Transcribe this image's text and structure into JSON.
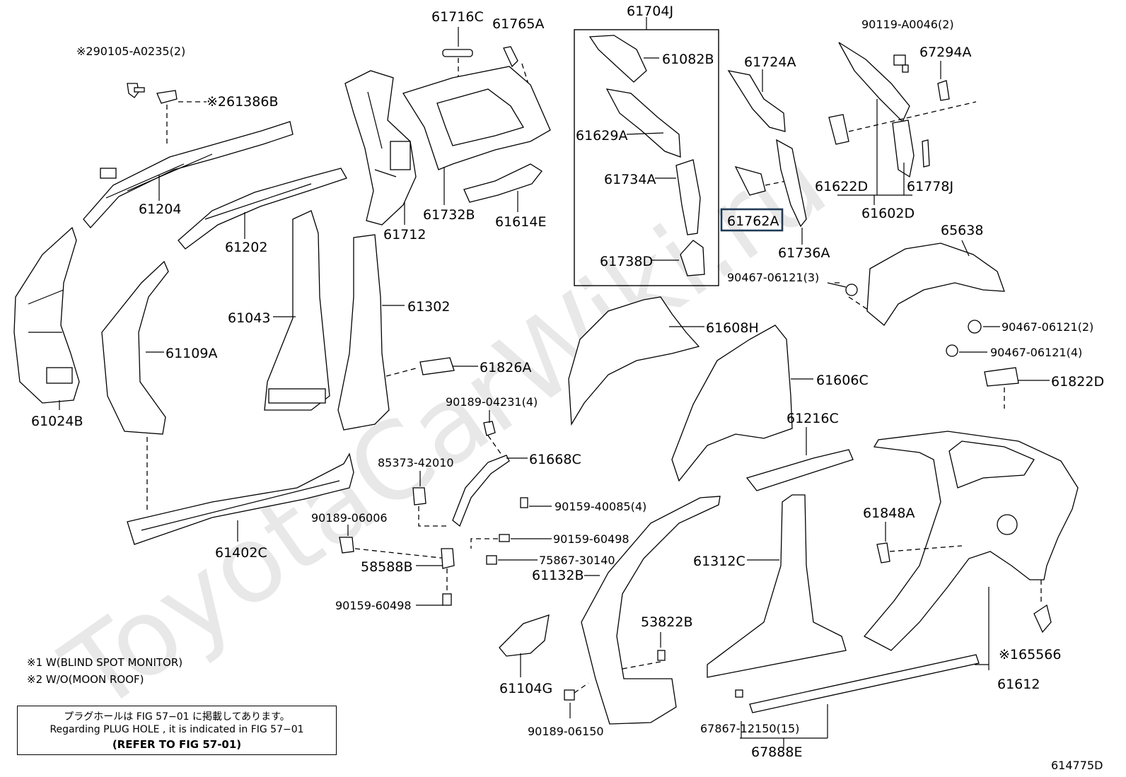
{
  "watermark": "ToyotaCarWiki.ru",
  "parts": {
    "p61716C": "61716C",
    "p61765A": "61765A",
    "p61704J": "61704J",
    "p61082B": "61082B",
    "p61629A": "61629A",
    "p61734A": "61734A",
    "p61738D": "61738D",
    "p61724A": "61724A",
    "p61762A": "61762A",
    "p61736A": "61736A",
    "p90119": "90119-A0046(2)",
    "p67294A": "67294A",
    "p61622D": "61622D",
    "p61778J": "61778J",
    "p61602D": "61602D",
    "p90105": "※290105-A0235(2)",
    "p61386B": "※261386B",
    "p61204": "61204",
    "p61202": "61202",
    "p61712": "61712",
    "p61732B": "61732B",
    "p61614E": "61614E",
    "p65638": "65638",
    "p90467a": "90467-06121(3)",
    "p90467b": "90467-06121(2)",
    "p90467c": "90467-06121(4)",
    "p61043": "61043",
    "p61302": "61302",
    "p61109A": "61109A",
    "p61024B": "61024B",
    "p61608H": "61608H",
    "p61826A": "61826A",
    "p61606C": "61606C",
    "p61822D": "61822D",
    "p90189_04231": "90189-04231(4)",
    "p61216C": "61216C",
    "p85373": "85373-42010",
    "p61668C": "61668C",
    "p90159_40085": "90159-40085(4)",
    "p90189_06006": "90189-06006",
    "p90159_60498a": "90159-60498",
    "p75867": "75867-30140",
    "p58588B": "58588B",
    "p61132B": "61132B",
    "p90159_60498b": "90159-60498",
    "p61402C": "61402C",
    "p61848A": "61848A",
    "p61312C": "61312C",
    "p53822B": "53822B",
    "p61104G": "61104G",
    "p90189_06150": "90189-06150",
    "p67867": "67867-12150(15)",
    "p67888E": "67888E",
    "p65566": "※165566",
    "p61612": "61612",
    "diagram_id": "614775D"
  },
  "footnotes": {
    "note1": "※1 W(BLIND SPOT MONITOR)",
    "note2": "※2 W/O(MOON ROOF)"
  },
  "plug_note": {
    "jp": "プラグホールは FIG 57−01 に掲載してあります。",
    "en": "Regarding  PLUG  HOLE , it is indicated in FIG  57−01",
    "ref": "(REFER TO FIG 57-01)"
  }
}
